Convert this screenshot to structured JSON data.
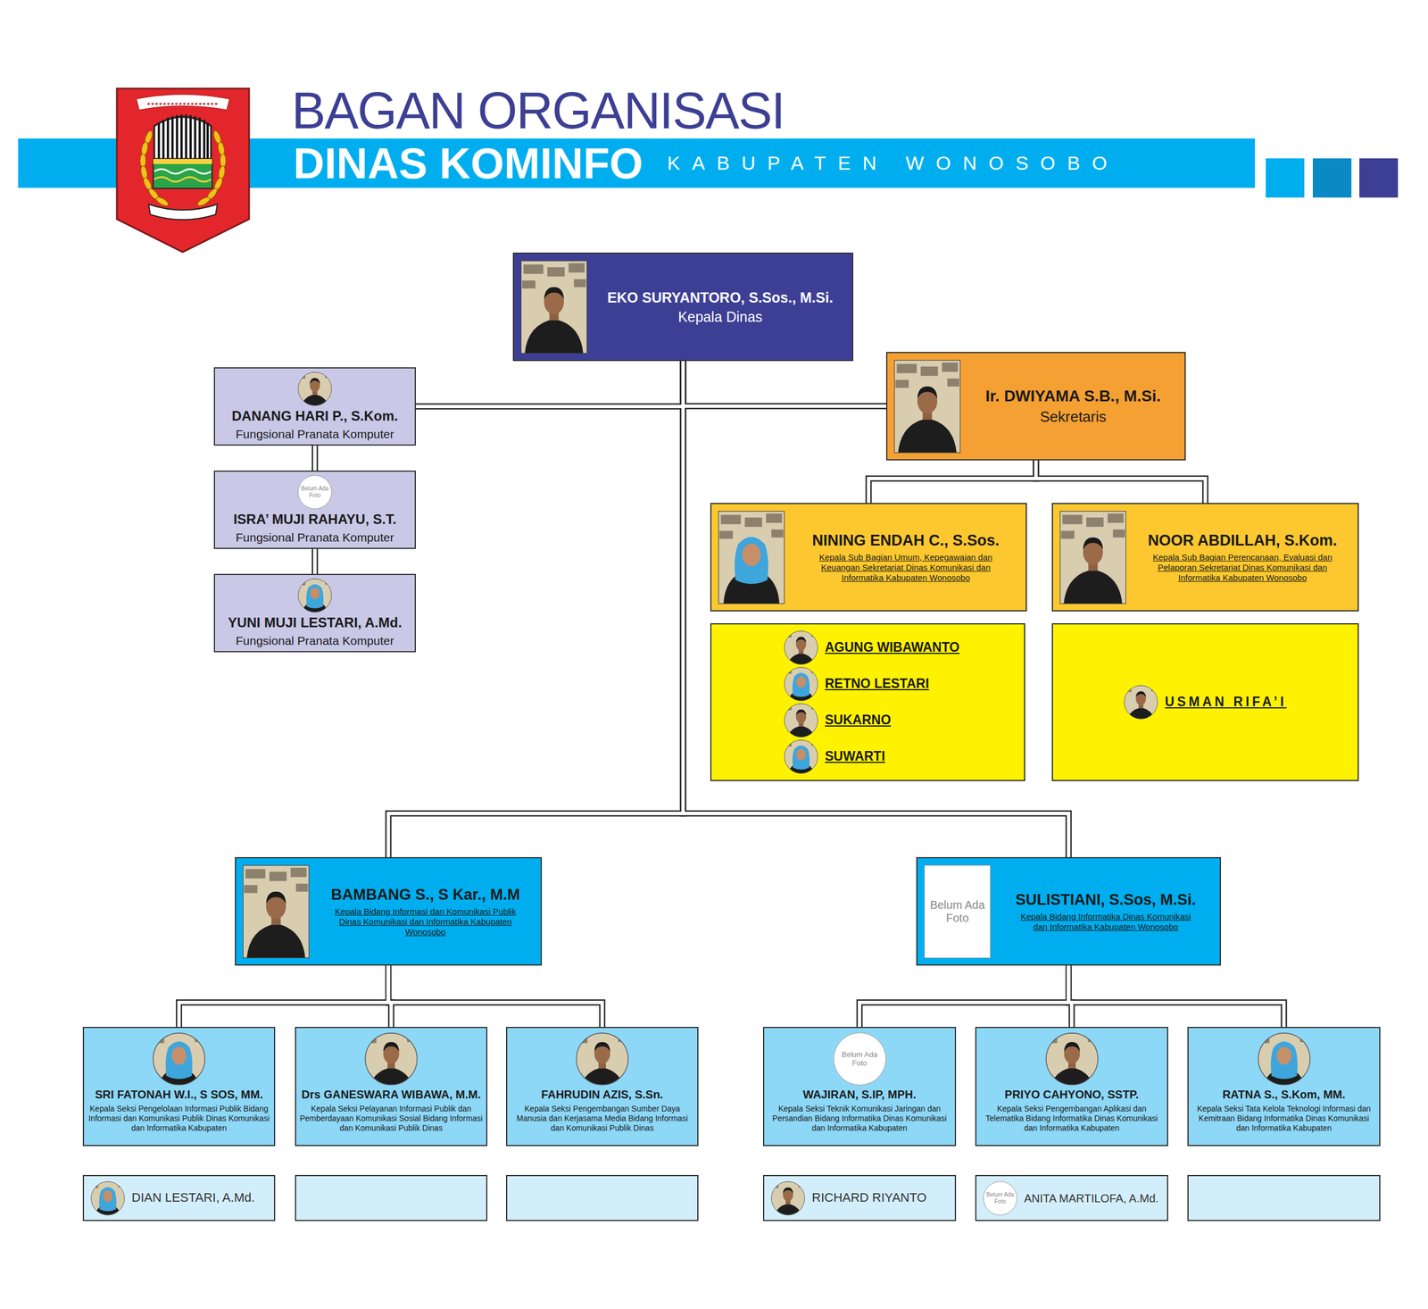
{
  "diagram": {
    "title": "BAGAN ORGANISASI",
    "nodes": [
      {
        "text": [
          "EKO SURYANTORO, S.Sos., M.Si.",
          "Kepala Dinas"
        ]
      },
      {
        "text": [
          "DANANG HARI P., S.Kom.",
          "Fungsional Pranata Komputer"
        ]
      },
      {
        "text": [
          "Ir. DWIYAMA S.B., M.Si.",
          "Sekretaris"
        ]
      },
      {
        "text": [
          "ISRA’ MUJI RAHAYU, S.T.",
          "Fungsional Pranata Komputer"
        ]
      },
      {
        "text": [
          "NINING ENDAH C., S.Sos.",
          "Kepala Sub Bagian Umum, Kepegawaian dan Keuangan Sekretariat Dinas Komunikasi dan Informatika Kabupaten Wonosobo"
        ]
      },
      {
        "text": [
          "NOOR ABDILLAH, S.Kom.",
          "Kepala Sub Bagian Perencanaan, Evaluasi dan Pelaporan Sekretariat Dinas Komunikasi dan Informatika Kabupaten Wonosobo"
        ]
      },
      {
        "text": [
          "YUNI MUJI LESTARI, A.Md.",
          "Fungsional Pranata Komputer"
        ]
      },
      {
        "text": [
          "AGUNG WIBAWANTO",
          "RETNO LESTARI",
          "SUKARNO",
          "SUWARTI"
        ]
      },
      {
        "text": [
          "USMAN RIFA’I"
        ]
      },
      {
        "text": [
          "BAMBANG S., S Kar., M.M",
          "Kepala Bidang Informasi dan Komunikasi Publik Dinas Komunikasi dan Informatika Kabupaten Wonosobo"
        ]
      },
      {
        "text": [
          "SULISTIANI, S.Sos, M.Si.",
          "Kepala Bidang Informatika Dinas Komunikasi dan Informatika Kabupaten Wonosobo"
        ]
      },
      {
        "text": [
          "SRI FATONAH W.I., S SOS, MM.",
          "Kepala Seksi Pengelolaan Informasi Publik Bidang Informasi dan Komunikasi Publik Dinas Komunikasi dan Informatika Kabupaten"
        ]
      },
      {
        "text": [
          "Drs GANESWARA WIBAWA, M.M.",
          "Kepala Seksi Pelayanan Informasi Publik dan Pemberdayaan Komunikasi Sosial Bidang Informasi dan Komunikasi Publik Dinas"
        ]
      },
      {
        "text": [
          "FAHRUDIN AZIS, S.Sn.",
          "Kepala Seksi Pengembangan Sumber Daya Manusia dan Kerjasama Media Bidang Informasi dan Komunikasi Publik Dinas"
        ]
      },
      {
        "text": [
          "WAJIRAN, S.IP, MPH.",
          "Kepala Seksi Teknik Komunikasi Jaringan dan Persandian Bidang Informatika Dinas Komunikasi dan Informatika Kabupaten"
        ]
      },
      {
        "text": [
          "PRIYO CAHYONO, SSTP.",
          "Kepala Seksi Pengembangan Aplikasi dan Telematika Bidang Informatika Dinas Komunikasi dan Informatika Kabupaten"
        ]
      },
      {
        "text": [
          "RATNA S., S.Kom, MM.",
          "Kepala Seksi Tata Kelola Teknologi Informasi dan Kemitraan Bidang Informatika Dinas Komunikasi dan Informatika Kabupaten"
        ]
      },
      {
        "text": [
          "DIAN LESTARI, A.Md."
        ]
      },
      {
        "text": [
          "RICHARD RIYANTO"
        ]
      },
      {
        "text": [
          "ANITA MARTILOFA, A.Md."
        ]
      }
    ],
    "edges": [
      {
        "from": 0,
        "to": 1,
        "arrow": "none"
      },
      {
        "from": 0,
        "to": 2,
        "arrow": "none"
      },
      {
        "from": 1,
        "to": 3,
        "arrow": "none"
      },
      {
        "from": 3,
        "to": 6,
        "arrow": "none"
      },
      {
        "from": 2,
        "to": 4,
        "arrow": "none"
      },
      {
        "from": 2,
        "to": 5,
        "arrow": "none"
      },
      {
        "from": 0,
        "to": 9,
        "arrow": "none"
      },
      {
        "from": 0,
        "to": 10,
        "arrow": "none"
      },
      {
        "from": 9,
        "to": 11,
        "arrow": "none"
      },
      {
        "from": 9,
        "to": 12,
        "arrow": "none"
      },
      {
        "from": 9,
        "to": 13,
        "arrow": "none"
      },
      {
        "from": 10,
        "to": 14,
        "arrow": "none"
      },
      {
        "from": 10,
        "to": 15,
        "arrow": "none"
      },
      {
        "from": 10,
        "to": 16,
        "arrow": "none"
      }
    ],
    "labels": [
      "DINAS KOMINFO",
      "KABUPATEN WONOSOBO",
      "Belum Ada Foto",
      "Belum Ada Foto",
      "Belum Ada Foto",
      "Belum Ada Foto"
    ]
  }
}
